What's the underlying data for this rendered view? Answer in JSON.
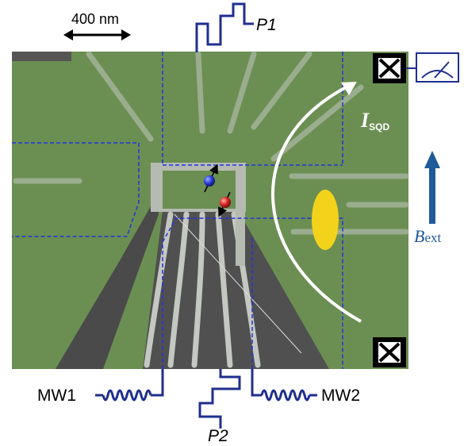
{
  "scale_bar": {
    "label": "400 nm"
  },
  "labels": {
    "p1": "P1",
    "p2": "P2",
    "mw1": "MW1",
    "mw2": "MW2",
    "current_main": "I",
    "current_sub": "SQD",
    "field_main": "B",
    "field_sub": "ext"
  },
  "colors": {
    "substrate": "#6b8f52",
    "gate_dark": "#4f4f4f",
    "gate_light": "#b9bfb7",
    "wire": "#1f2f8f",
    "dashed": "#2233dd",
    "arrow_field": "#1f5a99",
    "ellipse": "#f2d21a",
    "spin_up": "#2a3ad0",
    "spin_down": "#d42020"
  }
}
